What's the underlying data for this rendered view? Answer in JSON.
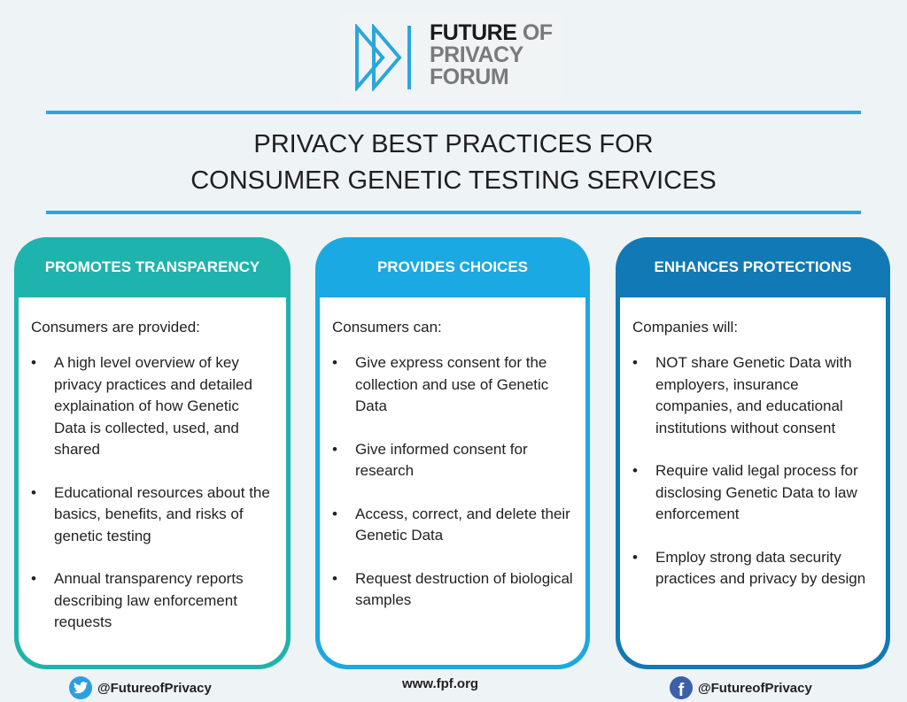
{
  "logo": {
    "line1_a": "FUTURE",
    "line1_b": " OF",
    "line2": "PRIVACY",
    "line3": "FORUM",
    "icon": "fast-forward-icon"
  },
  "title": {
    "line1": "PRIVACY BEST PRACTICES FOR",
    "line2": "CONSUMER GENETIC TESTING SERVICES"
  },
  "cards": [
    {
      "heading": "PROMOTES TRANSPARENCY",
      "color": "#1eb3ad",
      "intro": "Consumers are provided:",
      "items": [
        "A high level overview of key privacy practices and detailed explaination of how Genetic Data is collected, used, and shared",
        "Educational resources about the basics, benefits, and risks of genetic testing",
        "Annual transparency reports describing law enforcement requests"
      ]
    },
    {
      "heading": "PROVIDES CHOICES",
      "color": "#1aa9e3",
      "intro": "Consumers can:",
      "items": [
        "Give express consent for the collection and use of Genetic Data",
        "Give informed consent for research",
        "Access, correct, and delete their Genetic Data",
        "Request destruction of biological samples"
      ]
    },
    {
      "heading": "ENHANCES PROTECTIONS",
      "color": "#1179b5",
      "intro": "Companies will:",
      "items": [
        "NOT share Genetic Data with employers, insurance companies, and educational institutions without consent",
        "Require valid legal process for disclosing Genetic Data to law enforcement",
        "Employ strong data security practices and privacy by design"
      ]
    }
  ],
  "footer": {
    "twitter": "@FutureofPrivacy",
    "website": "www.fpf.org",
    "facebook": "@FutureofPrivacy"
  },
  "bullet": "•"
}
